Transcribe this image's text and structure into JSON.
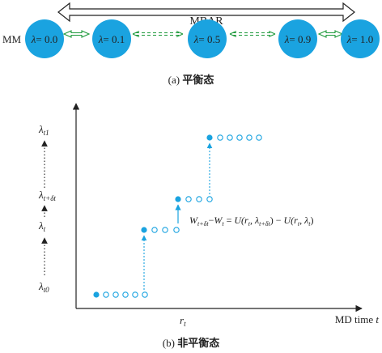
{
  "colors": {
    "accent": "#1aa3e0",
    "arrow_green": "#1f9a3c",
    "ink": "#222222"
  },
  "panel_a": {
    "side_label": "MM",
    "mbar_label": "MBAR",
    "states": [
      {
        "sym": "λ",
        "val": "= 0.0"
      },
      {
        "sym": "λ",
        "val": "= 0.1"
      },
      {
        "sym": "λ",
        "val": "= 0.5"
      },
      {
        "sym": "λ",
        "val": "= 0.9"
      },
      {
        "sym": "λ",
        "val": "= 1.0"
      }
    ],
    "caption_prefix": "(a)",
    "caption_title": "平衡态"
  },
  "panel_b": {
    "y_labels": [
      {
        "base": "λ",
        "sub": "t1"
      },
      {
        "base": "λ",
        "sub": "t+δt"
      },
      {
        "base": "λ",
        "sub": "t"
      },
      {
        "base": "λ",
        "sub": "t0"
      }
    ],
    "x_label": {
      "base": "r",
      "sub": "t"
    },
    "x_axis_title": "MD time ",
    "x_axis_title_var": "t",
    "equation": {
      "w1": "W",
      "w1_sub": "t+δt",
      "minus1": "−",
      "w2": "W",
      "w2_sub": "t",
      "eq": " = ",
      "u1": "U(r",
      "u1_r_sub": "t",
      "comma1": ", λ",
      "u1_lam_sub": "t+δt",
      "close1": ")",
      "minus2": " − ",
      "u2": "U(r",
      "u2_r_sub": "t",
      "comma2": ", λ",
      "u2_lam_sub": "t",
      "close2": ")"
    },
    "caption_prefix": "(b)",
    "caption_title": "非平衡态"
  }
}
